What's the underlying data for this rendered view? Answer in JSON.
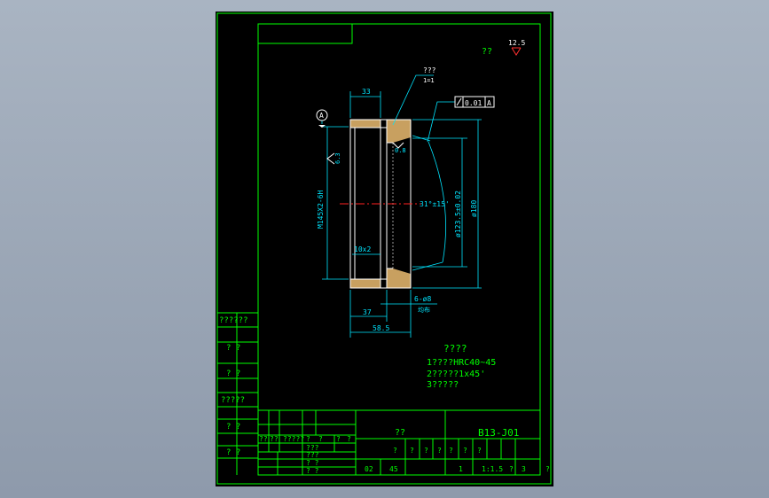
{
  "colors": {
    "frame": "#00ff00",
    "dimension": "#00e5ff",
    "annotation": "#ffffff",
    "hatch": "#c8a060",
    "centerline": "#ff2020",
    "background": "#000000",
    "app_background": "#97a3b3"
  },
  "header": {
    "roughness_label": "??",
    "roughness_value": "12.5"
  },
  "leader_notes": {
    "chamfer_top": "???",
    "chamfer_bottom": "1=1",
    "datum": "A",
    "runout_value": "0.01",
    "runout_datum": "A",
    "surface_value": "0.8",
    "left_roughness": "6.3"
  },
  "dimensions": {
    "top_width": "33",
    "thread": "M145X2-6H",
    "angle": "31°±15'",
    "inner_diameter": "ø123.5±0.02",
    "outer_diameter": "ø180",
    "chamfer": "10x2",
    "hole": "6-ø8",
    "hole_note": "均布",
    "bottom_width": "37",
    "overall_width": "58.5"
  },
  "requirements": {
    "title": "????",
    "items": [
      "1????HRC40~45",
      "2?????1x45'",
      "3?????"
    ]
  },
  "left_strip": {
    "cells": [
      "??????",
      "?  ?",
      "?  ?",
      "?????",
      "?  ?",
      "?  ?"
    ]
  },
  "title_block": {
    "name_cell": "??",
    "drawing_code": "B13-J01",
    "sign_row": [
      "??",
      "??",
      "?????",
      "?",
      "?",
      "?",
      "?"
    ],
    "sign_col": [
      "???",
      "???",
      "? ?",
      "? ?"
    ],
    "stage_marks": [
      "?",
      "?",
      "?",
      "?",
      "?",
      "?",
      "?"
    ],
    "bottom_row": {
      "quantity": "02",
      "material": "45",
      "sheet": "1",
      "scale": "1:1.5",
      "q1": "?",
      "sheets_total": "3",
      "q2": "?"
    }
  }
}
